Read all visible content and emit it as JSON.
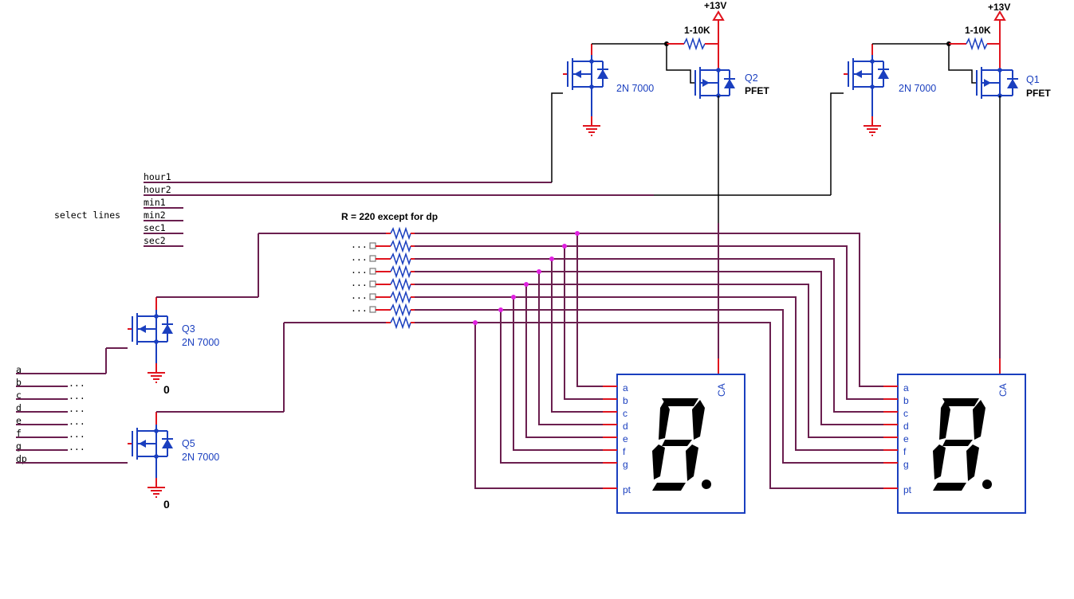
{
  "select_lines": {
    "title": "select lines",
    "lines": [
      "hour1",
      "hour2",
      "min1",
      "min2",
      "sec1",
      "sec2"
    ]
  },
  "segment_inputs": [
    "a",
    "b",
    "c",
    "d",
    "e",
    "f",
    "g",
    "dp"
  ],
  "ellipsis": "...",
  "resistor_note": "R = 220 except for dp",
  "transistors": {
    "q3": {
      "name": "Q3",
      "part": "2N 7000"
    },
    "q5": {
      "name": "Q5",
      "part": "2N 7000"
    },
    "left_driver": {
      "part": "2N 7000"
    },
    "right_driver": {
      "part": "2N 7000"
    },
    "q2": {
      "name": "Q2",
      "part": "PFET"
    },
    "q1": {
      "name": "Q1",
      "part": "PFET"
    }
  },
  "supply": {
    "left": "+13V",
    "right": "+13V"
  },
  "pullup": {
    "left": "1-10K",
    "right": "1-10K"
  },
  "ground_value": {
    "q3": "0",
    "q5": "0"
  },
  "displays": [
    {
      "pins": [
        "a",
        "b",
        "c",
        "d",
        "e",
        "f",
        "g",
        "pt"
      ],
      "common": "CA"
    },
    {
      "pins": [
        "a",
        "b",
        "c",
        "d",
        "e",
        "f",
        "g",
        "pt"
      ],
      "common": "CA"
    }
  ],
  "colors": {
    "wire": "#6b1f4f",
    "pin": "#e0141e",
    "component": "#1a3fbf",
    "junction": "#e020e0"
  }
}
